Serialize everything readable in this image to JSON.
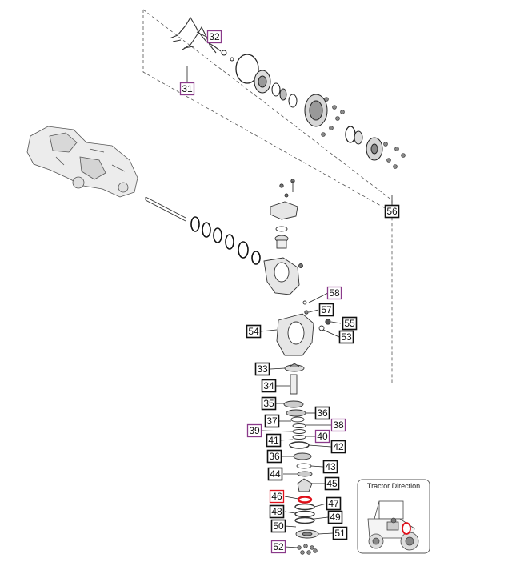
{
  "callouts": [
    {
      "id": "c32",
      "label": "32",
      "style": "purple"
    },
    {
      "id": "c31",
      "label": "31",
      "style": "purple"
    },
    {
      "id": "c56",
      "label": "56",
      "style": "black"
    },
    {
      "id": "c58",
      "label": "58",
      "style": "purple"
    },
    {
      "id": "c57",
      "label": "57",
      "style": "black"
    },
    {
      "id": "c54",
      "label": "54",
      "style": "black"
    },
    {
      "id": "c55",
      "label": "55",
      "style": "black"
    },
    {
      "id": "c53",
      "label": "53",
      "style": "black"
    },
    {
      "id": "c33",
      "label": "33",
      "style": "black"
    },
    {
      "id": "c34",
      "label": "34",
      "style": "black"
    },
    {
      "id": "c35",
      "label": "35",
      "style": "black"
    },
    {
      "id": "c36a",
      "label": "36",
      "style": "black"
    },
    {
      "id": "c37",
      "label": "37",
      "style": "black"
    },
    {
      "id": "c38",
      "label": "38",
      "style": "purple"
    },
    {
      "id": "c39",
      "label": "39",
      "style": "purple"
    },
    {
      "id": "c40",
      "label": "40",
      "style": "purple"
    },
    {
      "id": "c41",
      "label": "41",
      "style": "black"
    },
    {
      "id": "c42",
      "label": "42",
      "style": "black"
    },
    {
      "id": "c36b",
      "label": "36",
      "style": "black"
    },
    {
      "id": "c43",
      "label": "43",
      "style": "black"
    },
    {
      "id": "c44",
      "label": "44",
      "style": "black"
    },
    {
      "id": "c45",
      "label": "45",
      "style": "black"
    },
    {
      "id": "c46",
      "label": "46",
      "style": "red"
    },
    {
      "id": "c47",
      "label": "47",
      "style": "black"
    },
    {
      "id": "c48",
      "label": "48",
      "style": "black"
    },
    {
      "id": "c49",
      "label": "49",
      "style": "black"
    },
    {
      "id": "c50",
      "label": "50",
      "style": "black"
    },
    {
      "id": "c51",
      "label": "51",
      "style": "black"
    },
    {
      "id": "c52",
      "label": "52",
      "style": "purple"
    }
  ],
  "inset": {
    "title": "Tractor Direction"
  },
  "colors": {
    "purple": "#8a3a8a",
    "black": "#111111",
    "red": "#e0101a",
    "highlight": "#e0101a",
    "line": "#222222",
    "part_fill": "#e6e6e6",
    "part_stroke": "#333333"
  }
}
